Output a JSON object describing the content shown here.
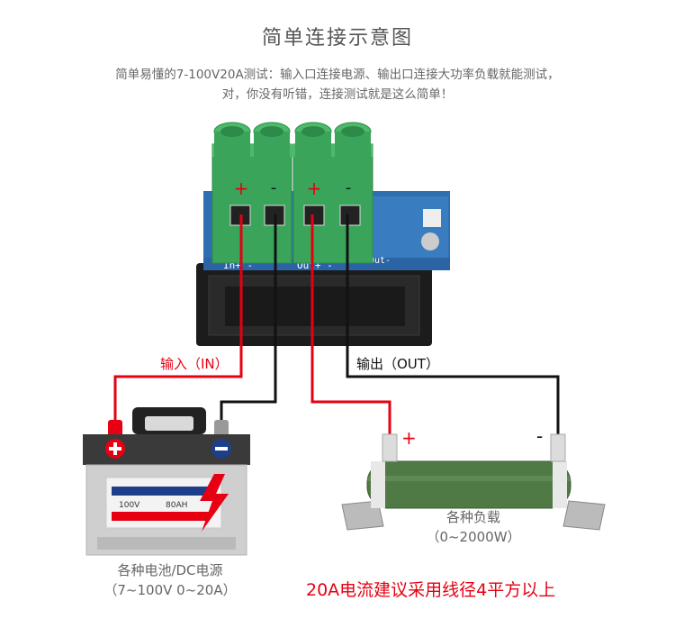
{
  "header": {
    "title": "简单连接示意图",
    "line1": "简单易懂的7-100V20A测试：输入口连接电源、输出口连接大功率负载就能测试，",
    "line2": "对，你没有听错，连接测试就是这么简单！"
  },
  "terminals": {
    "plus": "+",
    "minus": "-",
    "pcb_in": "In+  -",
    "pcb_out": "Out+  -",
    "pcb_out2": "Out-"
  },
  "labels": {
    "input": "输入（IN）",
    "output": "输出（OUT）",
    "load_plus": "+",
    "load_minus": "-",
    "batt_voltage": "100V",
    "batt_capacity": "80AH"
  },
  "battery_caption": {
    "line1": "各种电池/DC电源",
    "line2": "（7~100V  0~20A）"
  },
  "load_caption": {
    "line1": "各种负载",
    "line2": "（0~2000W）"
  },
  "note": "20A电流建议采用线径4平方以上",
  "colors": {
    "accent_red": "#e60012",
    "terminal_green": "#3aa55a",
    "pcb_blue": "#2f6fb0",
    "wire_black": "#111111"
  }
}
